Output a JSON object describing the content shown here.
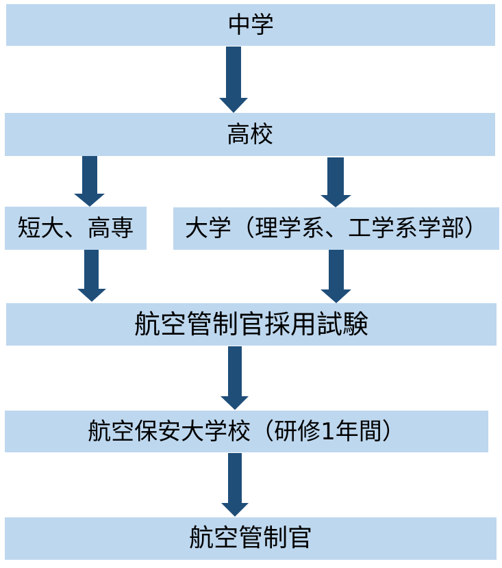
{
  "diagram": {
    "type": "flowchart",
    "direction": "top-to-bottom",
    "colors": {
      "box_fill": "#bdd7ee",
      "arrow_fill": "#1f4e79",
      "text": "#000000",
      "background": "#ffffff"
    },
    "nodes": {
      "chugaku": "中学",
      "koko": "高校",
      "tandai_kosen": "短大、高専",
      "daigaku": "大学（理学系、工学系学部）",
      "exam": "航空管制官採用試験",
      "school": "航空保安大学校（研修1年間）",
      "final": "航空管制官"
    },
    "edges": [
      {
        "from": "chugaku",
        "to": "koko"
      },
      {
        "from": "koko",
        "to": "tandai_kosen"
      },
      {
        "from": "koko",
        "to": "daigaku"
      },
      {
        "from": "tandai_kosen",
        "to": "exam"
      },
      {
        "from": "daigaku",
        "to": "exam"
      },
      {
        "from": "exam",
        "to": "school"
      },
      {
        "from": "school",
        "to": "final"
      }
    ]
  }
}
